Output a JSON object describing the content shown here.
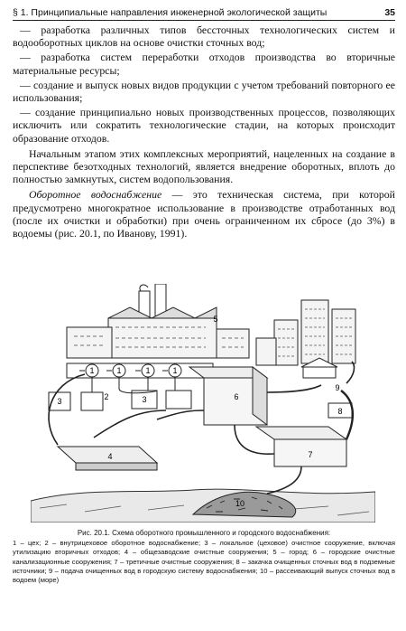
{
  "header": {
    "section": "§ 1. Принципиальные направления инженерной экологической защиты",
    "page_number": "35"
  },
  "body": {
    "items": [
      "— разработка различных типов бессточных технологических систем и водооборотных циклов на основе очистки сточных вод;",
      "— разработка систем переработки отходов производства во вторичные материальные ресурсы;",
      "— создание и выпуск новых видов продукции с учетом требований повторного ее использования;",
      "— создание принципиально новых производственных процессов, позволяющих исключить или сократить технологические стадии, на которых происходит образование отходов."
    ],
    "paragraph1": "Начальным этапом этих комплексных мероприятий, нацеленных на создание в перспективе безотходных технологий, является внедрение оборотных, вплоть до полностью замкнутых, систем водопользования.",
    "paragraph2_term": "Оборотное водоснабжение",
    "paragraph2_rest": " — это техническая система, при которой предусмотрено многократное использование в производстве отработанных вод (после их очистки и обработки) при очень ограниченном их сбросе (до 3%) в водоемы (рис. 20.1, по Иванову, 1991)."
  },
  "figure": {
    "labels": [
      "1",
      "1",
      "1",
      "1",
      "2",
      "3",
      "3",
      "4",
      "5",
      "6",
      "7",
      "8",
      "9",
      "10"
    ]
  },
  "caption": {
    "title": "Рис. 20.1. Схема оборотного промышленного и городского водоснабжения:",
    "note": "1 – цех; 2 – внутрицеховое оборотное водоснабжение; 3 – локальное (цеховое) очистное сооружение, включая утилизацию вторичных отходов; 4 – общезаводские очистные сооружения; 5 – город; 6 – городские очистные канализационные сооружения; 7 – третичные очистные сооружения; 8 – закачка очищенных сточных вод в подземные источники; 9 – подача очищенных вод в городскую систему водоснабжения; 10 – рассеивающий выпуск сточных вод в водоем (море)"
  }
}
